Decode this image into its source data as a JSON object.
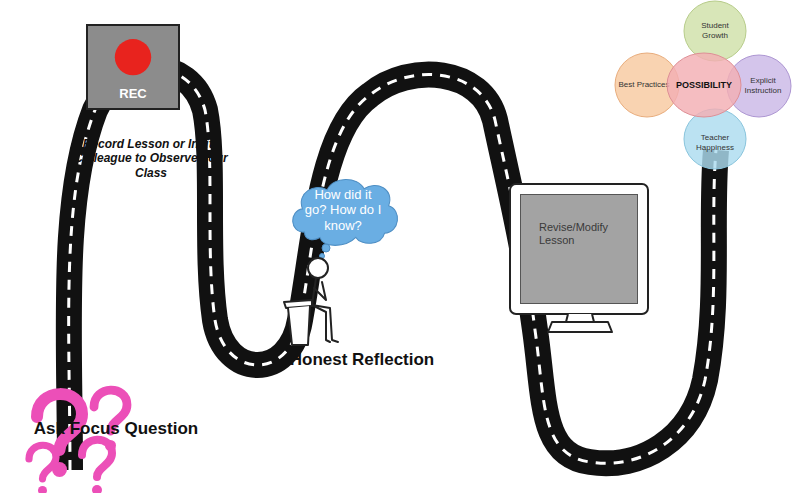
{
  "diagram": {
    "nodes": [
      {
        "text": [
          "REC"
        ]
      },
      {
        "text": [
          "Student Growth"
        ]
      },
      {
        "text": [
          "Best Practices"
        ]
      },
      {
        "text": [
          "POSSIBILITY"
        ]
      },
      {
        "text": [
          "Explicit Instruction"
        ]
      },
      {
        "text": [
          "Teacher Happiness"
        ]
      },
      {
        "text": [
          "How did it go? How do I know?"
        ]
      },
      {
        "text": [
          "Revise/Modify Lesson"
        ]
      }
    ],
    "labels": [
      "Record Lesson or Invite Colleague to Observe Your Class",
      "Honest Reflection",
      "Ask Focus Question"
    ]
  }
}
